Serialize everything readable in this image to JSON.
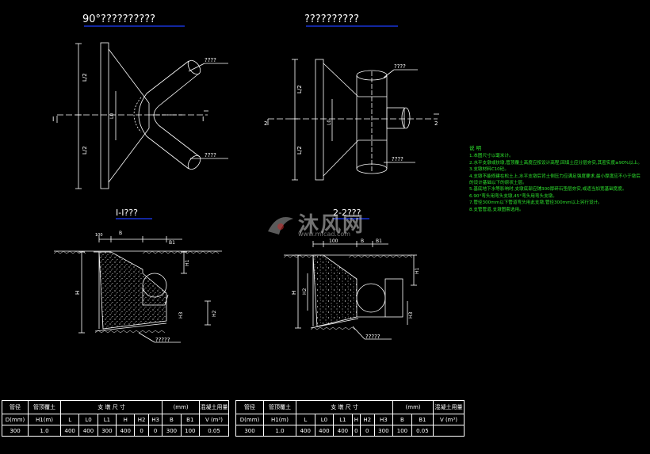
{
  "drawing": {
    "left_plan_title": "90°??????????",
    "right_plan_title": "??????????",
    "left_section_title": "I-I???",
    "right_section_title": "2-2???",
    "callout_top": "????",
    "callout_bottom": "????",
    "callout_section": "?????",
    "dim_half": "L/2",
    "dim_l0": "L0",
    "dim_l": "L",
    "dim_h": "H",
    "dim_h1": "H1",
    "dim_h2": "H2",
    "dim_h3": "H3",
    "dim_b": "B",
    "dim_b1": "B1",
    "dim_100": "100",
    "cut_mark": "I",
    "cut_mark_2": "2"
  },
  "notes": {
    "title": "说  明",
    "items": [
      "1.本图尺寸以毫米计。",
      "2.水平支墩或扶墩,管顶覆土高度应按设计高程,回填土应分层夯实,其密实度≥90%以上。",
      "3.支墩材料C10砼。",
      "4.支墩不能修建在松土上,水平支墩后背土侧压力应满足强度要求,最小厚度应不小于墩后",
      "  的设计基础以下的原状土层。",
      "5.基底地下水等影响时,支墩底部应铺300厚碎石垫层夯实,或适当加宽基础宽度。",
      "6.90°弯头用弯头支墩,45°弯头用弯头支墩。",
      "7.管径300mm以下管道弯头用此支墩,管径300mm以上另行设计。",
      "8.支管管道,支墩图套选用。"
    ]
  },
  "watermark": {
    "brand": "沐风网",
    "url": "www.mfcad.com"
  },
  "tables": [
    {
      "h_dia": "管径",
      "h_dia_unit": "D(mm)",
      "h_cover": "管顶覆土",
      "h_cover_unit": "H1(m)",
      "h_dims": "支    墩    尺    寸",
      "h_dims_unit": "(mm)",
      "h_vol": "混凝土用量",
      "h_vol_unit": "V (m³)",
      "cols": [
        "L",
        "L0",
        "L1",
        "H",
        "H2",
        "H3",
        "B",
        "B1"
      ],
      "row": [
        "300",
        "1.0",
        "400",
        "400",
        "300",
        "400",
        "0",
        "0",
        "300",
        "100",
        "0.05"
      ]
    },
    {
      "h_dia": "管径",
      "h_dia_unit": "D(mm)",
      "h_cover": "管顶覆土",
      "h_cover_unit": "H1(m)",
      "h_dims": "支    墩    尺    寸",
      "h_dims_unit": "(mm)",
      "h_vol": "混凝土用量",
      "h_vol_unit": "V (m³)",
      "cols": [
        "L",
        "L0",
        "L1",
        "H",
        "H2",
        "H3",
        "B",
        "B1"
      ],
      "row": [
        "300",
        "1.0",
        "400",
        "400",
        "400",
        "0",
        "0",
        "300",
        "100",
        "0.05"
      ]
    }
  ],
  "colors": {
    "line": "#ffffff",
    "accent_blue": "#1e3cff",
    "notes": "#2ee62e"
  }
}
